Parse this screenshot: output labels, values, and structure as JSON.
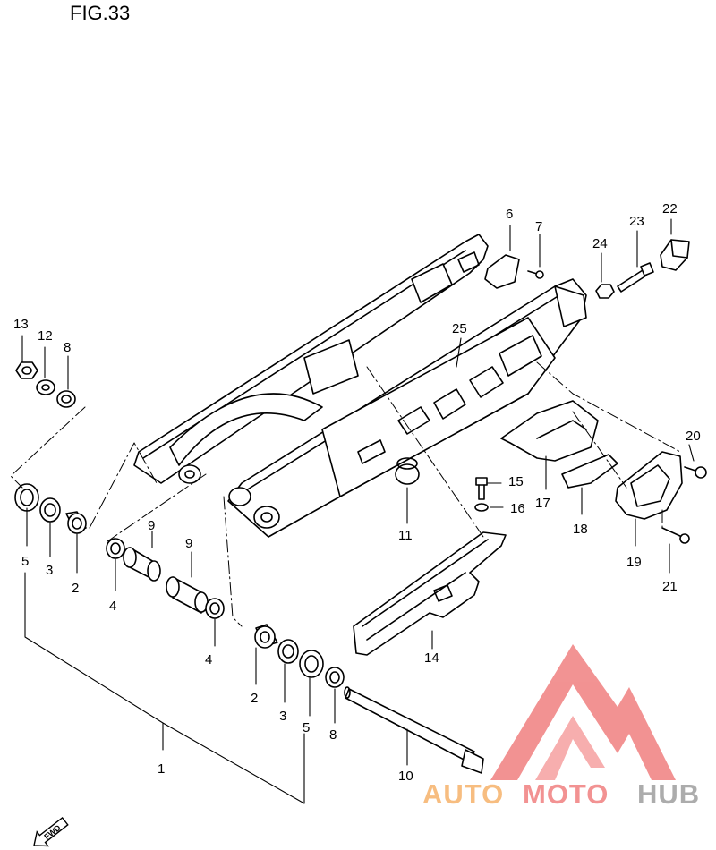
{
  "figure": {
    "title": "FIG.33"
  },
  "fwd_label": "FWD",
  "watermark": {
    "word_auto": "AUTO",
    "word_moto": "MOTO",
    "word_hub": "HUB"
  },
  "callouts": {
    "c1": "1",
    "c2a": "2",
    "c2b": "2",
    "c3a": "3",
    "c3b": "3",
    "c4a": "4",
    "c4b": "4",
    "c5a": "5",
    "c5b": "5",
    "c6": "6",
    "c7": "7",
    "c8a": "8",
    "c8b": "8",
    "c9a": "9",
    "c9b": "9",
    "c10": "10",
    "c11": "11",
    "c12": "12",
    "c13": "13",
    "c14": "14",
    "c15": "15",
    "c16": "16",
    "c17": "17",
    "c18": "18",
    "c19": "19",
    "c20": "20",
    "c21": "21",
    "c22": "22",
    "c23": "23",
    "c24": "24",
    "c25": "25"
  },
  "colors": {
    "ink": "#000000",
    "logo_red": "#f08080",
    "logo_orange": "#f6b26b",
    "logo_gray": "#9e9e9e"
  }
}
